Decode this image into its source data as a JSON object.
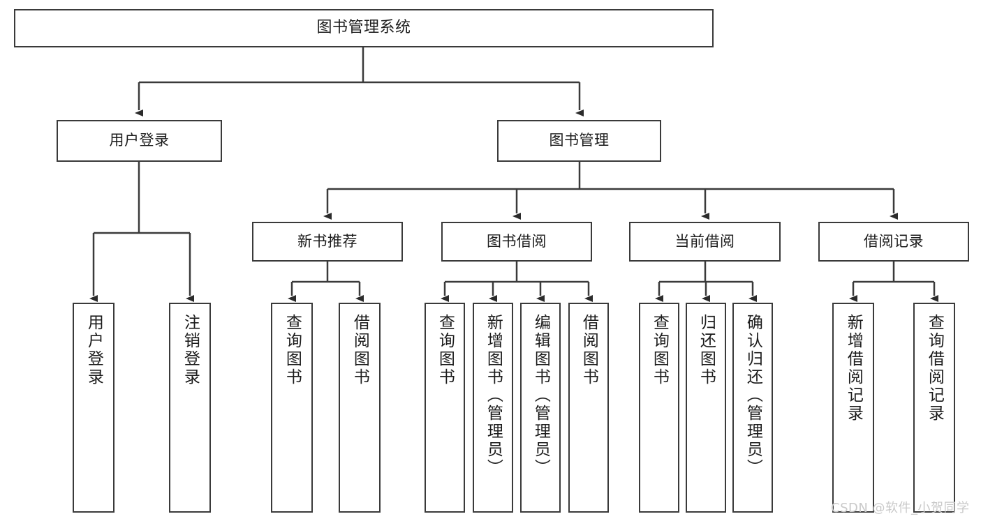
{
  "diagram": {
    "title": "图书管理系统",
    "type": "tree-hierarchy",
    "orientation": "top-down",
    "colors": {
      "node_border": "#3a3a3a",
      "node_fill": "#ffffff",
      "connector": "#3a3a3a",
      "text": "#1c1c1c",
      "watermark": "#c9c9c9",
      "background": "#ffffff"
    },
    "watermark": "CSDN @软件_小贺同学"
  },
  "nodes": {
    "root": {
      "label": "图书管理系统"
    },
    "level1": [
      {
        "label": "用户登录"
      },
      {
        "label": "图书管理"
      }
    ],
    "level2": [
      {
        "label": "新书推荐"
      },
      {
        "label": "图书借阅"
      },
      {
        "label": "当前借阅"
      },
      {
        "label": "借阅记录"
      }
    ],
    "leaves": {
      "user_login": [
        {
          "label": "用户登录"
        },
        {
          "label": "注销登录"
        }
      ],
      "new_book_recommend": [
        {
          "label": "查询图书"
        },
        {
          "label": "借阅图书"
        }
      ],
      "book_borrow": [
        {
          "label": "查询图书"
        },
        {
          "label": "新增图书（管理员）"
        },
        {
          "label": "编辑图书（管理员）"
        },
        {
          "label": "借阅图书"
        }
      ],
      "current_borrow": [
        {
          "label": "查询图书"
        },
        {
          "label": "归还图书"
        },
        {
          "label": "确认归还（管理员）"
        }
      ],
      "borrow_record": [
        {
          "label": "新增借阅记录"
        },
        {
          "label": "查询借阅记录"
        }
      ]
    }
  }
}
